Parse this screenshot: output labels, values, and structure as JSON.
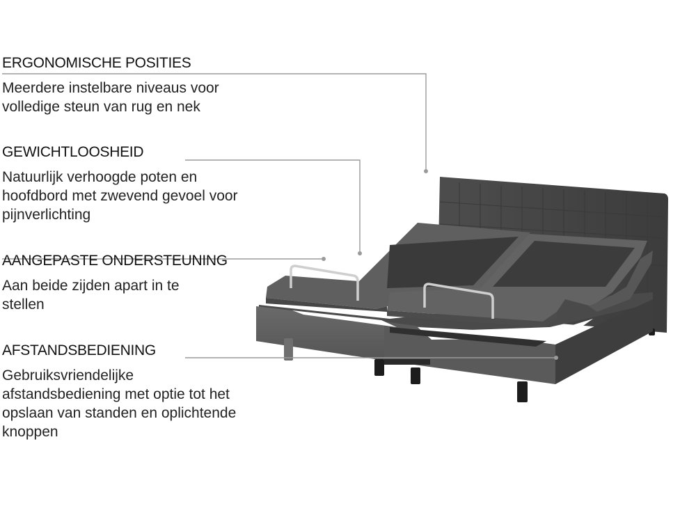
{
  "features": [
    {
      "title": "ERGONOMISCHE POSITIES",
      "description": "Meerdere instelbare niveaus voor volledige steun van rug en nek"
    },
    {
      "title": "GEWICHTLOOSHEID",
      "description": "Natuurlijk verhoogde poten en hoofdbord met zwevend gevoel voor pijnverlichting"
    },
    {
      "title": "AANGEPASTE ONDERSTEUNING",
      "description": "Aan beide zijden apart in te stellen"
    },
    {
      "title": "AFSTANDSBEDIENING",
      "description": "Gebruiksvriendelijke afstandsbediening met optie tot het opslaan van standen en oplichtende knoppen"
    }
  ],
  "colors": {
    "text": "#1a1a1a",
    "callout_line": "#9a9a9a",
    "bed_dark": "#4a4a4a",
    "bed_mid": "#5e5e5e",
    "bed_light": "#777777",
    "leg": "#1c1c1c"
  }
}
